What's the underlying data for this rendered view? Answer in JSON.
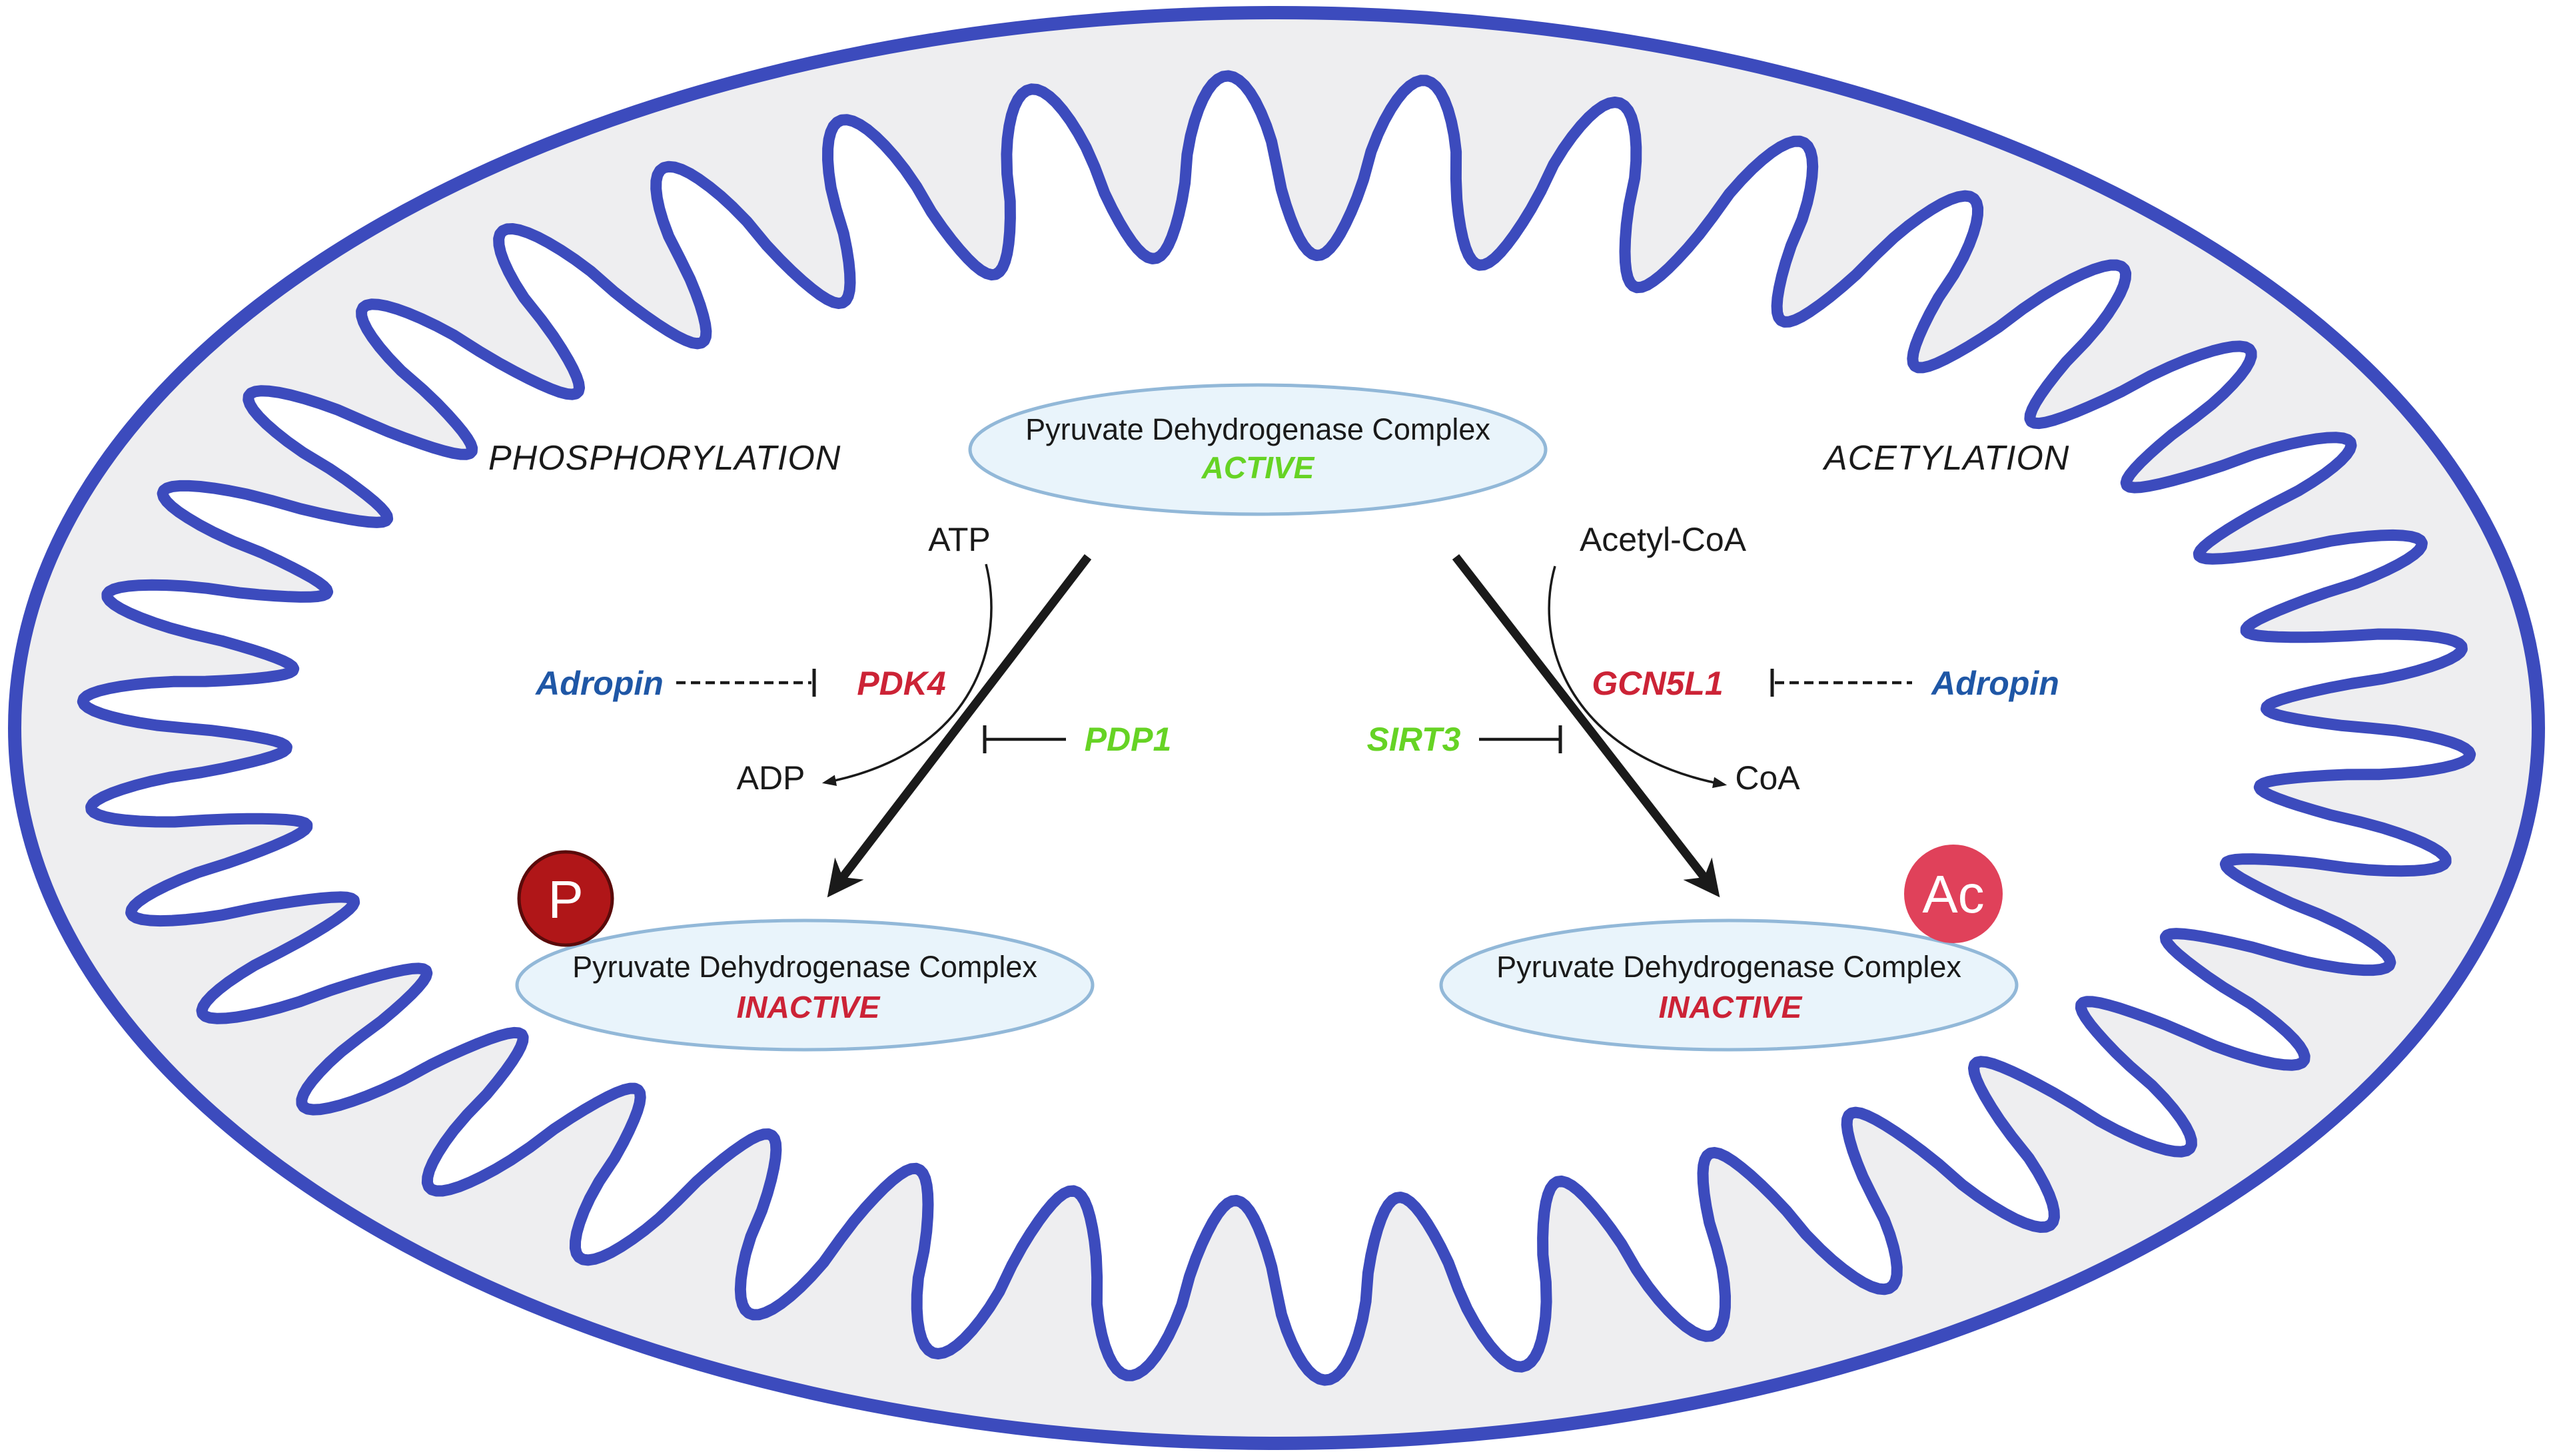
{
  "colors": {
    "membrane": "#3c4bbd",
    "matrix": "#eeeef0",
    "complex_fill": "#e9f4fb",
    "complex_stroke": "#92b8d8",
    "active": "#66d324",
    "inactive": "#cc2336",
    "adropin": "#1f57a6",
    "phospho_badge": "#b01618",
    "acetyl_badge": "#e0415a",
    "arrow": "#1a1a1a"
  },
  "labels": {
    "phosphorylation": "PHOSPHORYLATION",
    "acetylation": "ACETYLATION"
  },
  "complex_top": {
    "name": "Pyruvate Dehydrogenase Complex",
    "state": "ACTIVE"
  },
  "complex_left": {
    "name": "Pyruvate Dehydrogenase Complex",
    "state": "INACTIVE",
    "badge": "P"
  },
  "complex_right": {
    "name": "Pyruvate Dehydrogenase Complex",
    "state": "INACTIVE",
    "badge": "Ac"
  },
  "left_branch": {
    "substrate": "ATP",
    "product": "ADP",
    "enzyme": "PDK4",
    "inhibitor": "Adropin",
    "opposing": "PDP1"
  },
  "right_branch": {
    "substrate": "Acetyl-CoA",
    "product": "CoA",
    "enzyme": "GCN5L1",
    "inhibitor": "Adropin",
    "opposing": "SIRT3"
  }
}
